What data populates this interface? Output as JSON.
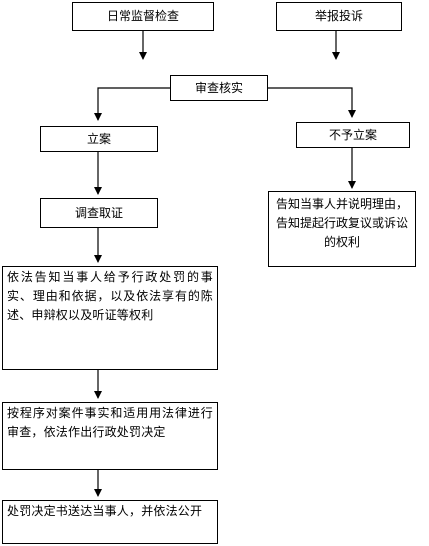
{
  "nodes": {
    "daily_supervision": "日常监督检查",
    "report_complaint": "举报投诉",
    "review_verify": "审查核实",
    "file_case": "立案",
    "no_case": "不予立案",
    "inform_reason": "告知当事人并说明理由，告知提起行政复议或诉讼的权利",
    "investigate": "调查取证",
    "notify_penalty": "依法告知当事人给予行政处罚的事实、理由和依据，以及依法享有的陈述、申辩权以及听证等权利",
    "review_decide": "按程序对案件事实和适用用法律进行审查，依法作出行政处罚决定",
    "deliver_decision": "处罚决定书送达当事人，并依法公开"
  }
}
